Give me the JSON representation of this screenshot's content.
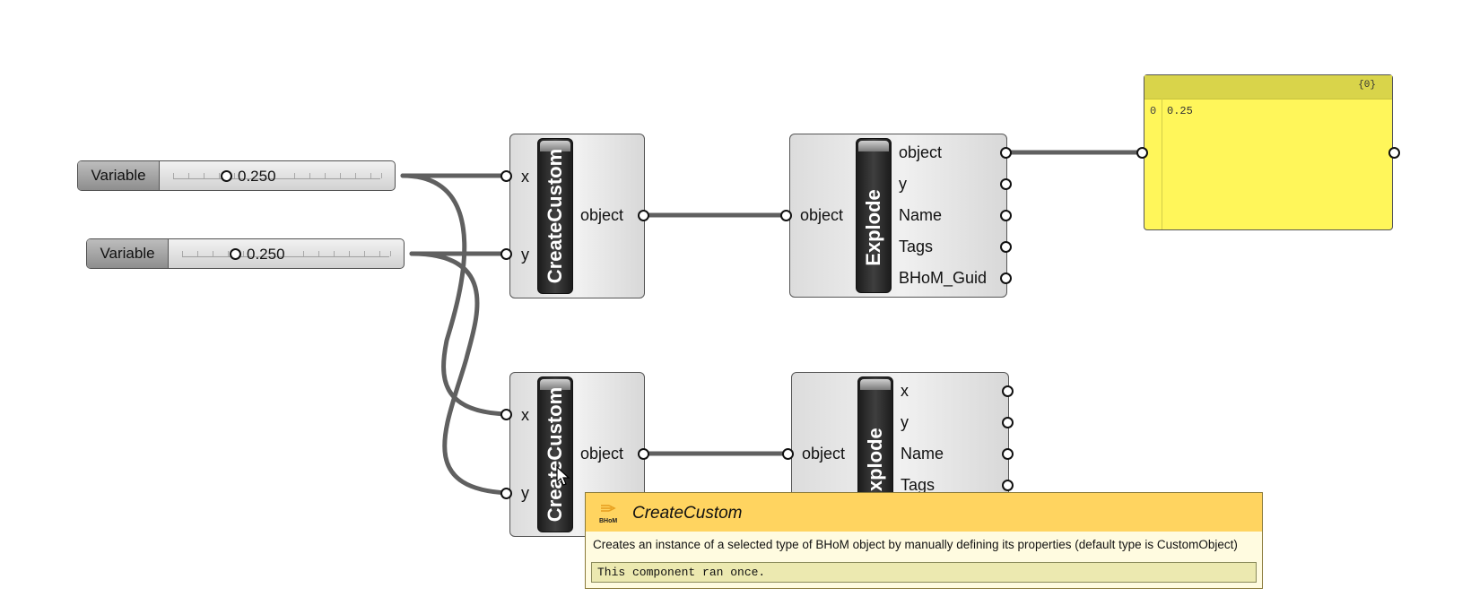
{
  "sliders": [
    {
      "label": "Variable",
      "value": "0.250",
      "position": 0.25
    },
    {
      "label": "Variable",
      "value": "0.250",
      "position": 0.25
    }
  ],
  "create_custom_top": {
    "nickname": "CreateCustom",
    "inputs": [
      "x",
      "y"
    ],
    "output": "object"
  },
  "create_custom_bottom": {
    "nickname": "CreateCustom",
    "inputs": [
      "x",
      "y"
    ],
    "output": "object"
  },
  "explode_top": {
    "nickname": "Explode",
    "input": "object",
    "outputs": [
      "object",
      "y",
      "Name",
      "Tags",
      "BHoM_Guid"
    ]
  },
  "explode_bottom": {
    "nickname": "Explode",
    "input": "object",
    "outputs": [
      "x",
      "y",
      "Name",
      "Tags"
    ]
  },
  "panel": {
    "path": "{0}",
    "index": "0",
    "value": "0.25",
    "color": "#fff65a"
  },
  "tooltip": {
    "logo_text": "BHoM",
    "title": "CreateCustom",
    "description": "Creates an instance of a selected type of BHoM object by manually defining its properties (default type is CustomObject)",
    "status": "This component ran once."
  },
  "icons": [
    "bhom-logo-icon",
    "mouse-cursor-icon"
  ]
}
